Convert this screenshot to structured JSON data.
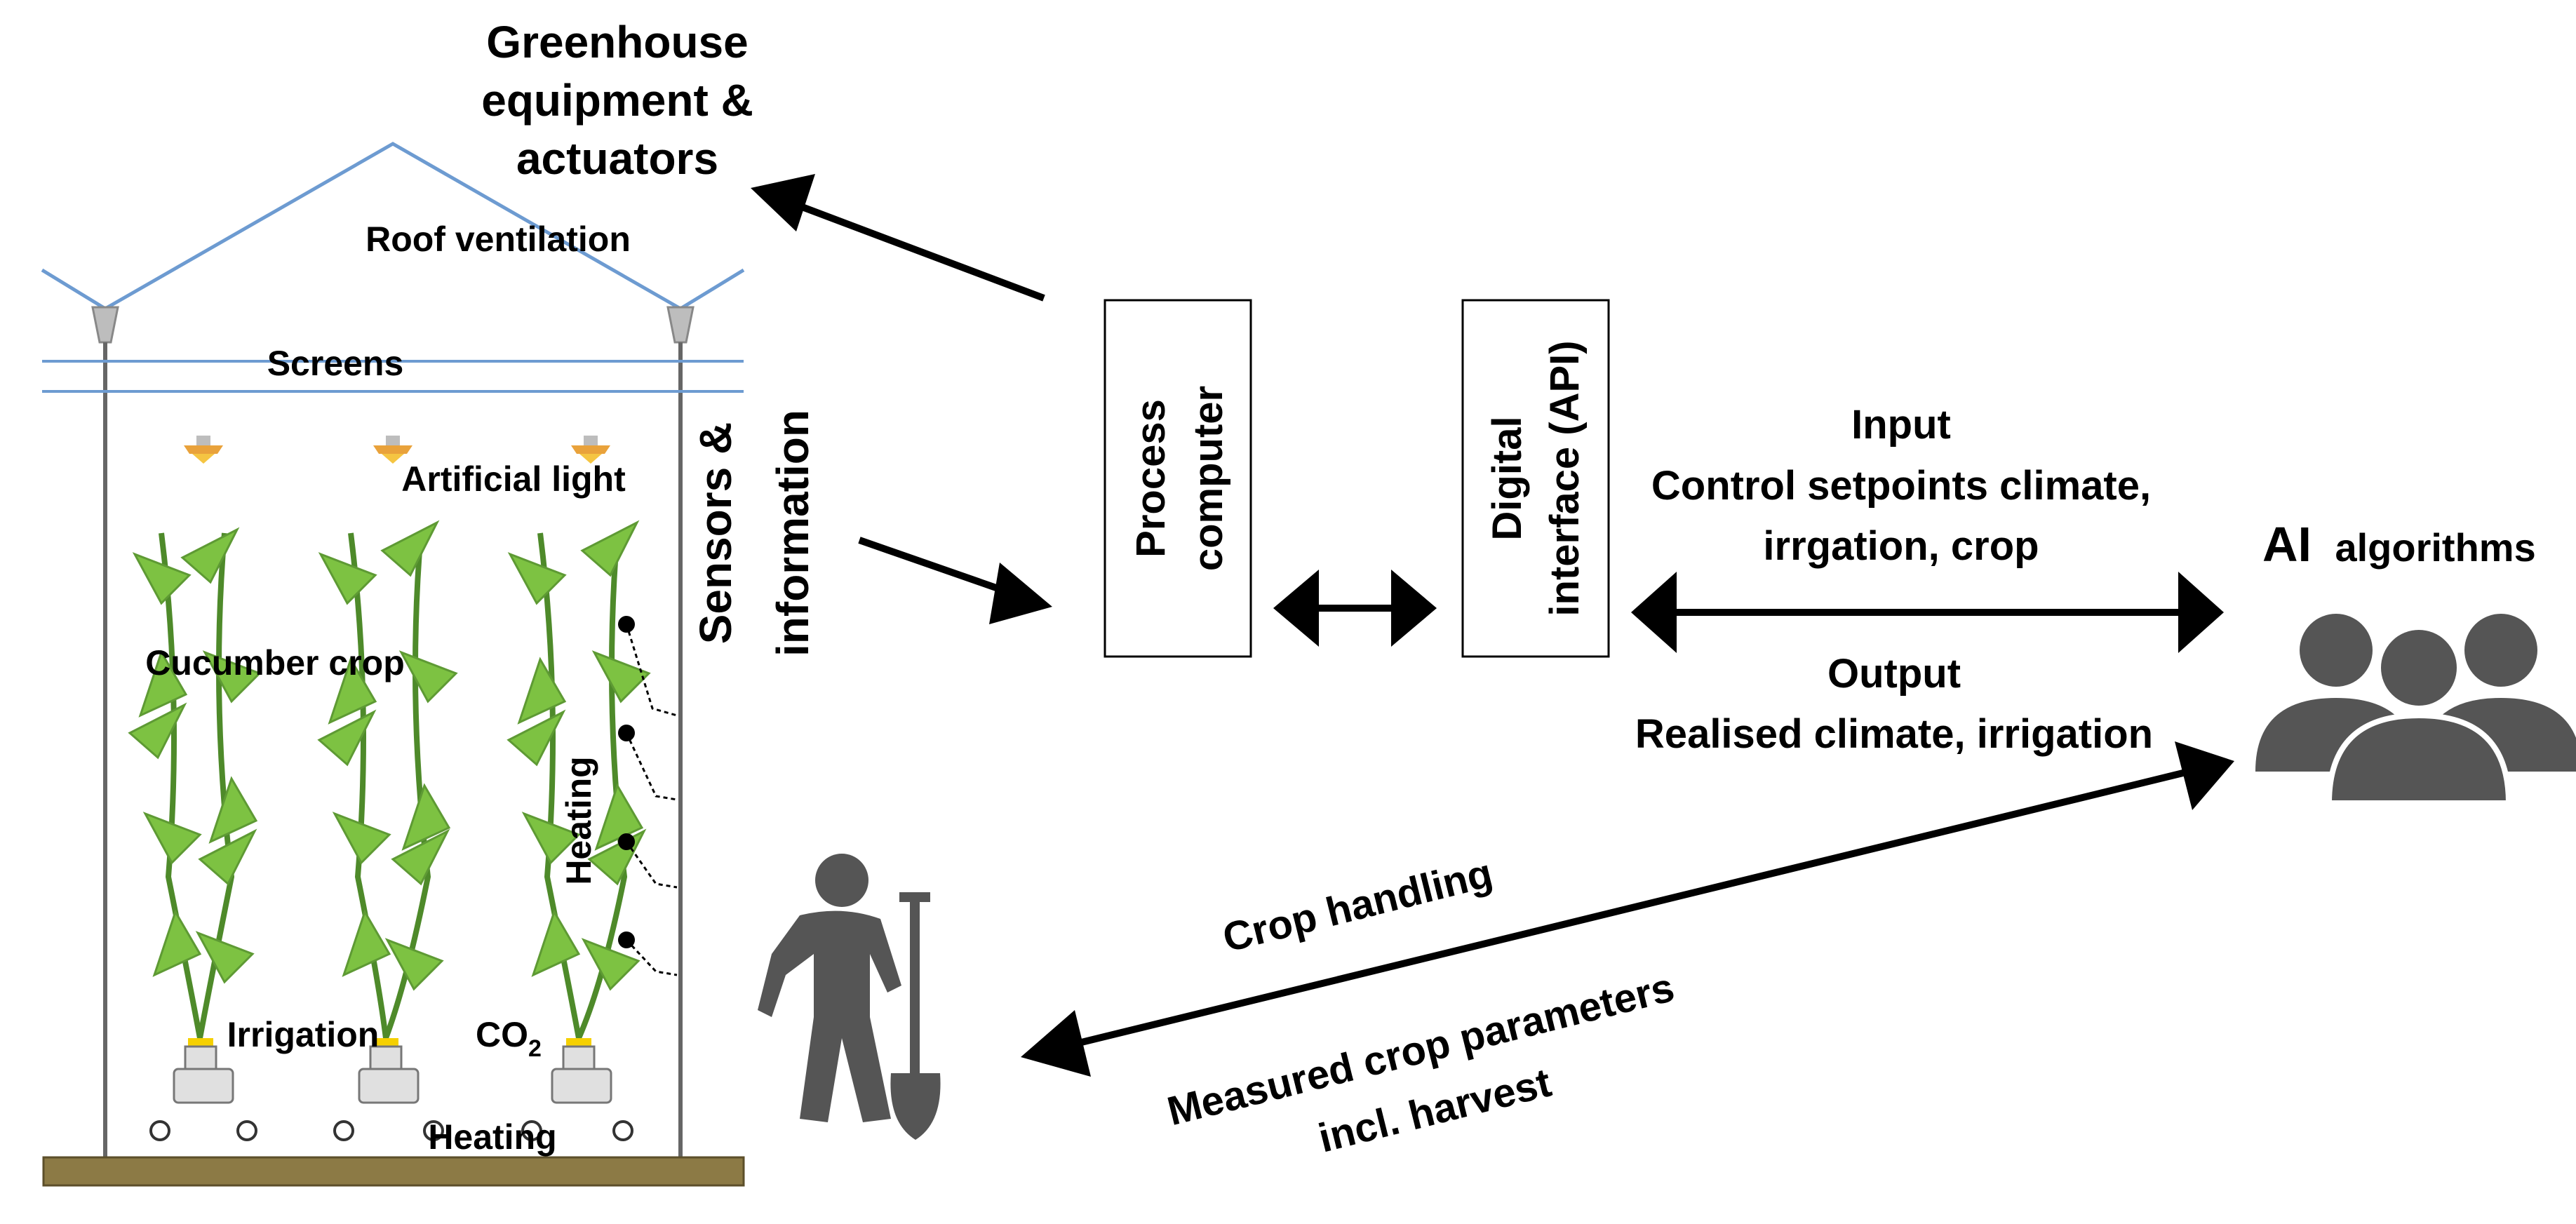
{
  "greenhouse": {
    "roof_ventilation": "Roof ventilation",
    "screens": "Screens",
    "artificial_light": "Artificial light",
    "cucumber_crop": "Cucumber crop",
    "heating_vertical": "Heating",
    "irrigation": "Irrigation",
    "co2": "CO",
    "co2_sub": "2",
    "heating_floor": "Heating"
  },
  "equipment_label": {
    "line1": "Greenhouse",
    "line2": "equipment &",
    "line3": "actuators"
  },
  "sensors_label": {
    "line1": "Sensors &",
    "line2": "information"
  },
  "process_computer": {
    "line1": "Process",
    "line2": "computer"
  },
  "digital_interface": {
    "line1": "Digital",
    "line2": "interface (API)"
  },
  "input_block": {
    "title": "Input",
    "line1": "Control setpoints climate,",
    "line2": "irrgation, crop"
  },
  "output_block": {
    "title": "Output",
    "line1": "Realised climate, irrigation"
  },
  "ai": {
    "big": "AI",
    "small": "algorithms"
  },
  "crop_handling": "Crop handling",
  "measured": {
    "line1": "Measured crop parameters",
    "line2": "incl. harvest"
  },
  "colors": {
    "leaf": "#7dc242",
    "leaf_dark": "#4e8a2a",
    "roof": "#6d9bd1",
    "person_grey": "#555555",
    "ground": "#8c7a45"
  }
}
